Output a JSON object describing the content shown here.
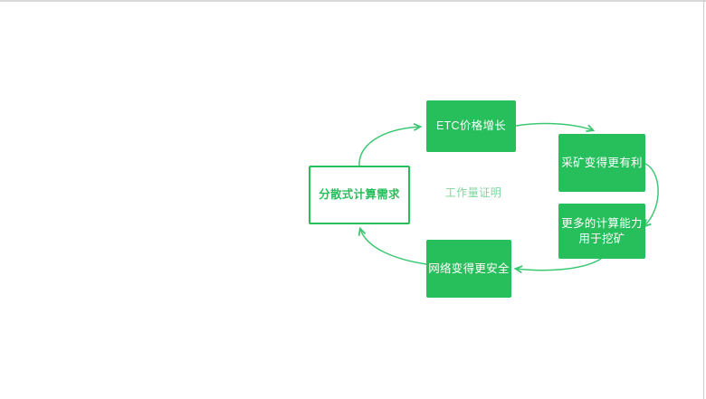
{
  "page": {
    "background": "#ffffff",
    "top_border_color": "#d9d9d9",
    "right_border_color": "#cccccc"
  },
  "diagram": {
    "colors": {
      "node_fill": "#27be5c",
      "node_text": "#ffffff",
      "outline_node_border": "#27be5c",
      "outline_node_text": "#27be5c",
      "connector": "#3cc873",
      "center_label": "#7fd6a0"
    },
    "nodes": [
      {
        "id": "demand",
        "style": "outlined",
        "label": "分散式计算需求"
      },
      {
        "id": "price-growth",
        "style": "filled",
        "label": "ETC价格增长"
      },
      {
        "id": "mining-profit",
        "style": "filled",
        "label": "采矿变得更有利"
      },
      {
        "id": "compute-power",
        "style": "filled",
        "lines": [
          "更多的计算能力",
          "用于挖矿"
        ]
      },
      {
        "id": "network-security",
        "style": "filled",
        "label": "网络变得更安全"
      }
    ],
    "center_label": "工作量证明",
    "connectors": [
      {
        "from": "demand",
        "to": "price-growth"
      },
      {
        "from": "price-growth",
        "to": "mining-profit"
      },
      {
        "from": "mining-profit",
        "to": "compute-power"
      },
      {
        "from": "compute-power",
        "to": "network-security"
      },
      {
        "from": "network-security",
        "to": "demand"
      }
    ]
  }
}
